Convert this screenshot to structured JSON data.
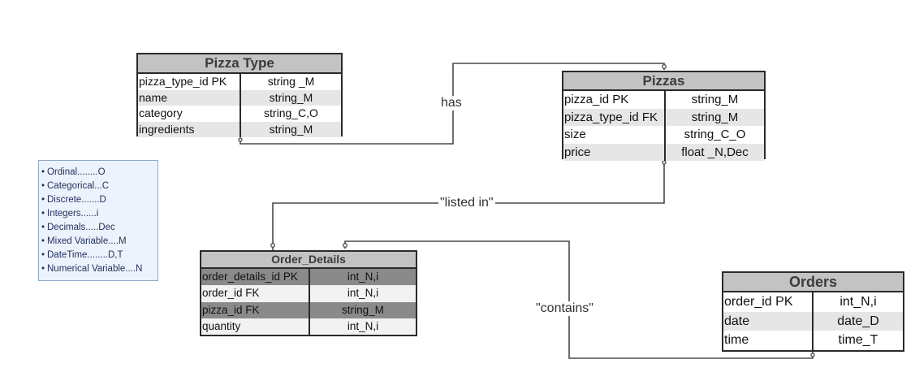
{
  "tables": {
    "pizza_type": {
      "title": "Pizza Type",
      "rows": [
        {
          "name": "pizza_type_id PK",
          "type": "string _M"
        },
        {
          "name": "name",
          "type": "string_M"
        },
        {
          "name": "category",
          "type": "string_C,O"
        },
        {
          "name": "ingredients",
          "type": "string_M"
        }
      ]
    },
    "pizzas": {
      "title": "Pizzas",
      "rows": [
        {
          "name": "pizza_id PK",
          "type": "string_M"
        },
        {
          "name": "pizza_type_id FK",
          "type": "string_M"
        },
        {
          "name": "size",
          "type": "string_C_O"
        },
        {
          "name": "price",
          "type": "float _N,Dec"
        }
      ]
    },
    "order_details": {
      "title": "Order_Details",
      "rows": [
        {
          "name": "order_details_id PK",
          "type": "int_N,i"
        },
        {
          "name": "order_id FK",
          "type": "int_N,i"
        },
        {
          "name": "pizza_id FK",
          "type": "string_M"
        },
        {
          "name": "quantity",
          "type": "int_N,i"
        }
      ]
    },
    "orders": {
      "title": "Orders",
      "rows": [
        {
          "name": "order_id PK",
          "type": "int_N,i"
        },
        {
          "name": "date",
          "type": "date_D"
        },
        {
          "name": "time",
          "type": "time_T"
        }
      ]
    }
  },
  "relationships": {
    "has": "has",
    "listed_in": "\"listed in\"",
    "contains": "\"contains\""
  },
  "legend": {
    "bullet": "•",
    "items": [
      "Ordinal........O",
      "Categorical...C",
      "Discrete.......D",
      "Integers......i",
      "Decimals.....Dec",
      "Mixed Variable....M",
      "DateTime........D,T",
      "Numerical Variable....N"
    ]
  },
  "colors": {
    "title_fill": "#c3c3c3",
    "border": "#2a2a2a",
    "row_band_light": "#e6e6e6",
    "row_band_dark": "#8a8a8a",
    "legend_fill": "#edf3fc",
    "legend_border": "#8fa7c9",
    "legend_text": "#25305f"
  }
}
